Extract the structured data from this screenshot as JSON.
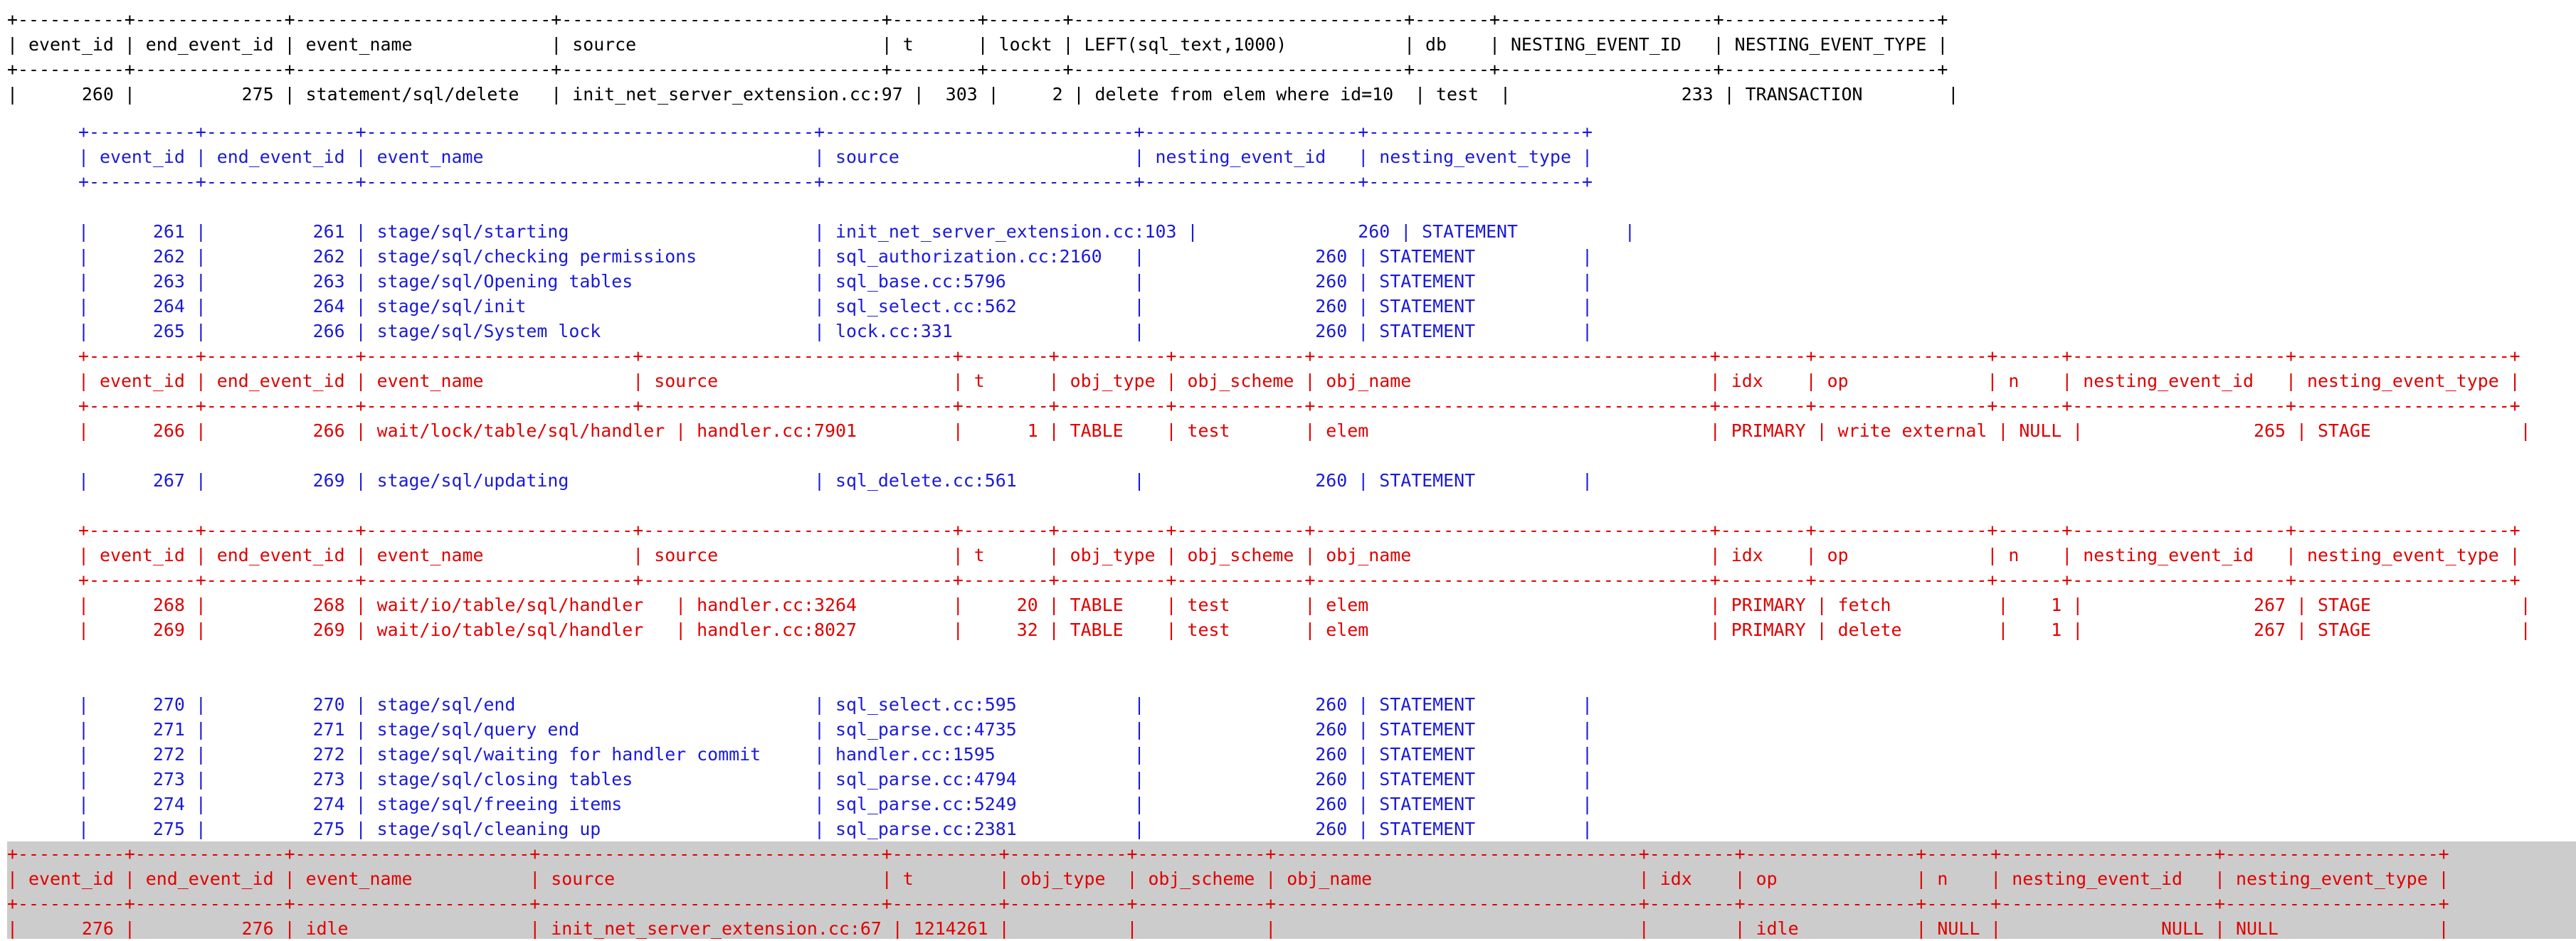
{
  "blocks": [
    {
      "id": "b0",
      "tone": "black",
      "lines": [
        "+----------+--------------+------------------------+------------------------------+--------+-------+-------------------------------+-------+--------------------+--------------------+",
        "| event_id | end_event_id | event_name             | source                       | t      | lockt | LEFT(sql_text,1000)           | db    | NESTING_EVENT_ID   | NESTING_EVENT_TYPE |",
        "+----------+--------------+------------------------+------------------------------+--------+-------+-------------------------------+-------+--------------------+--------------------+",
        "|      260 |          275 | statement/sql/delete   | init_net_server_extension.cc:97 |  303 |     2 | delete from elem where id=10  | test  |                233 | TRANSACTION        |"
      ]
    },
    {
      "id": "b1",
      "tone": "blue",
      "lines": [
        "+----------+--------------+------------------------------------------+-----------------------------+--------------------+--------------------+",
        "| event_id | end_event_id | event_name                               | source                      | nesting_event_id   | nesting_event_type |",
        "+----------+--------------+------------------------------------------+-----------------------------+--------------------+--------------------+",
        "",
        "|      261 |          261 | stage/sql/starting                       | init_net_server_extension.cc:103 |               260 | STATEMENT          |",
        "|      262 |          262 | stage/sql/checking permissions           | sql_authorization.cc:2160   |                260 | STATEMENT          |",
        "|      263 |          263 | stage/sql/Opening tables                 | sql_base.cc:5796            |                260 | STATEMENT          |",
        "|      264 |          264 | stage/sql/init                           | sql_select.cc:562           |                260 | STATEMENT          |",
        "|      265 |          266 | stage/sql/System lock                    | lock.cc:331                 |                260 | STATEMENT          |"
      ]
    },
    {
      "id": "b2",
      "tone": "red",
      "lines": [
        "+----------+--------------+-------------------------+-----------------------------+--------+----------+------------+-------------------------------------+--------+----------------+------+--------------------+--------------------+",
        "| event_id | end_event_id | event_name              | source                      | t      | obj_type | obj_scheme | obj_name                            | idx    | op             | n    | nesting_event_id   | nesting_event_type |",
        "+----------+--------------+-------------------------+-----------------------------+--------+----------+------------+-------------------------------------+--------+----------------+------+--------------------+--------------------+",
        "|      266 |          266 | wait/lock/table/sql/handler | handler.cc:7901         |      1 | TABLE    | test       | elem                                | PRIMARY | write external | NULL |                265 | STAGE              |"
      ]
    },
    {
      "id": "b3",
      "tone": "red",
      "lines": [
        "+----------+--------------+-------------------------+-----------------------------+--------+----------+------------+-------------------------------------+--------+----------------+------+--------------------+--------------------+",
        "| event_id | end_event_id | event_name              | source                      | t      | obj_type | obj_scheme | obj_name                            | idx    | op             | n    | nesting_event_id   | nesting_event_type |",
        "+----------+--------------+-------------------------+-----------------------------+--------+----------+------------+-------------------------------------+--------+----------------+------+--------------------+--------------------+",
        "|      268 |          268 | wait/io/table/sql/handler   | handler.cc:3264         |     20 | TABLE    | test       | elem                                | PRIMARY | fetch          |    1 |                267 | STAGE              |",
        "|      269 |          269 | wait/io/table/sql/handler   | handler.cc:8027         |     32 | TABLE    | test       | elem                                | PRIMARY | delete         |    1 |                267 | STAGE              |"
      ]
    },
    {
      "id": "b4",
      "tone": "blue",
      "lines": [
        "|      270 |          270 | stage/sql/end                            | sql_select.cc:595           |                260 | STATEMENT          |",
        "|      271 |          271 | stage/sql/query end                      | sql_parse.cc:4735           |                260 | STATEMENT          |",
        "|      272 |          272 | stage/sql/waiting for handler commit     | handler.cc:1595             |                260 | STATEMENT          |",
        "|      273 |          273 | stage/sql/closing tables                 | sql_parse.cc:4794           |                260 | STATEMENT          |",
        "|      274 |          274 | stage/sql/freeing items                  | sql_parse.cc:5249           |                260 | STATEMENT          |",
        "|      275 |          275 | stage/sql/cleaning up                    | sql_parse.cc:2381           |                260 | STATEMENT          |"
      ]
    },
    {
      "id": "b5",
      "tone": "red",
      "lines": [
        "+----------+--------------+----------------------+--------------------------------+----------+-----------+------------+----------------------------------+--------+----------------+------+--------------------+--------------------+",
        "| event_id | end_event_id | event_name           | source                         | t        | obj_type  | obj_scheme | obj_name                         | idx    | op             | n    | nesting_event_id   | nesting_event_type |",
        "+----------+--------------+----------------------+--------------------------------+----------+-----------+------------+----------------------------------+--------+----------------+------+--------------------+--------------------+",
        "|      276 |          276 | idle                 | init_net_server_extension.cc:67 | 1214261 |           |            |                                  |        | idle           | NULL |               NULL | NULL               |"
      ]
    }
  ],
  "extra_rows": {
    "row_267": "|      267 |          269 | stage/sql/updating                       | sql_delete.cc:561           |                260 | STATEMENT          |"
  },
  "colors": {
    "black": "#000000",
    "blue": "#1a1ad9",
    "red": "#e00000",
    "highlight": "#cccccc"
  }
}
